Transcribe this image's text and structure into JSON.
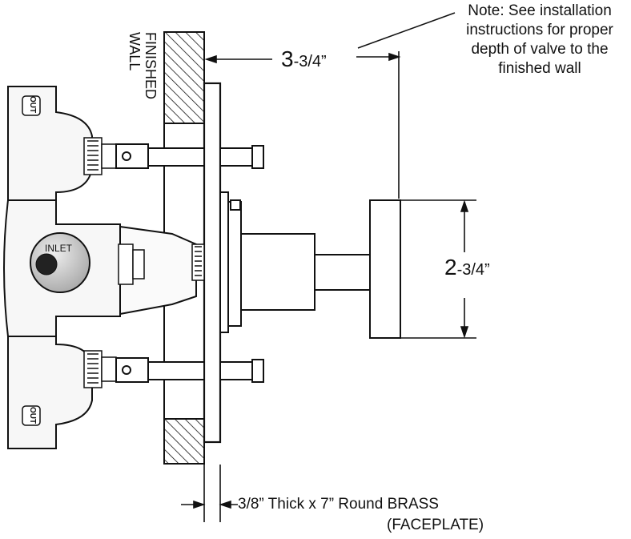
{
  "note": {
    "lines": [
      "Note: See installation",
      "instructions for proper",
      "depth of valve to the",
      "finished wall"
    ]
  },
  "labels": {
    "finished_wall_line1": "FINISHED",
    "finished_wall_line2": "WALL",
    "inlet": "INLET",
    "out_top": "OUT",
    "out_bottom": "OUT"
  },
  "dimensions": {
    "depth_whole": "3",
    "depth_fraction": "-3/4”",
    "handle_whole": "2",
    "handle_fraction": "-3/4”",
    "faceplate_line1": "3/8” Thick x 7” Round BRASS",
    "faceplate_line2": "(FACEPLATE)"
  },
  "colors": {
    "line": "#111111",
    "body_fill": "#f3f3f3",
    "inlet_fill": "#cfcfcf"
  }
}
